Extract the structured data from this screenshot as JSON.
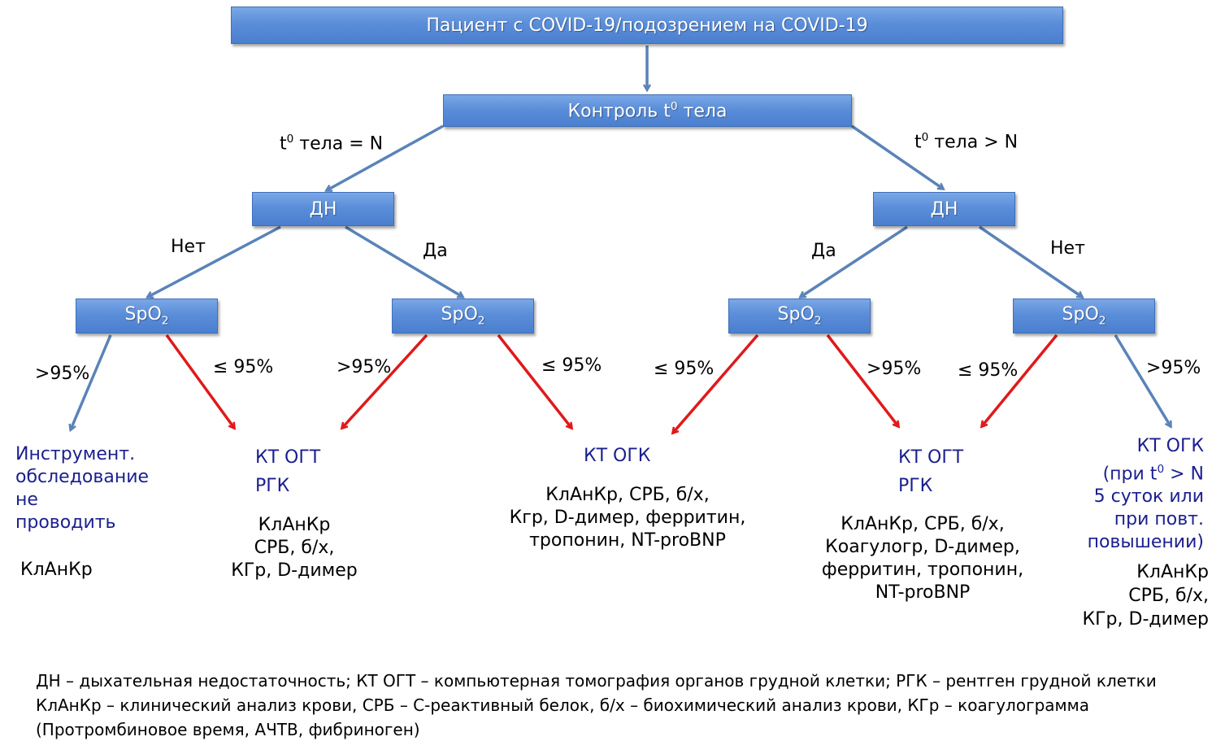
{
  "nodes": {
    "root": "Пациент с COVID-19/подозрением на COVID-19",
    "temp_control": {
      "pre": "Контроль t",
      "sup": "0",
      "post": " тела"
    },
    "dn_left": "ДН",
    "dn_right": "ДН",
    "spo2": {
      "base": "SpO",
      "sub": "2"
    }
  },
  "branches": {
    "temp_normal": {
      "pre": "t",
      "sup": "0",
      "post": " тела = N"
    },
    "temp_high": {
      "pre": "t",
      "sup": "0",
      "post": " тела > N"
    },
    "net": "Нет",
    "da": "Да",
    "gt95": ">95%",
    "le95": "≤ 95%"
  },
  "outcomes": {
    "o1": {
      "lines": [
        "Инструмент.",
        "обследование",
        "не",
        "проводить"
      ],
      "labs": "КлАнКр"
    },
    "o2": {
      "lines": [
        "КТ ОГТ",
        "РГК"
      ],
      "labs": [
        "КлАнКр",
        "СРБ, б/х,",
        "КГр, D-димер"
      ]
    },
    "o3": {
      "title": "КТ ОГК",
      "labs": [
        "КлАнКр, СРБ, б/х,",
        "Кгр, D-димер, ферритин,",
        "тропонин, NT-proBNP"
      ]
    },
    "o4": {
      "lines": [
        "КТ ОГТ",
        "РГК"
      ],
      "labs": [
        "КлАнКр, СРБ, б/х,",
        "Коагулогр, D-димер,",
        "ферритин, тропонин,",
        "NT-proBNP"
      ]
    },
    "o5": {
      "line1": "КТ ОГК",
      "line2_pre": "(при t",
      "line2_sup": "0",
      "line2_post": " > N",
      "line3": "5 суток или",
      "line4": "при повт.",
      "line5": "повышении)",
      "labs": [
        "КлАнКр",
        "СРБ, б/х,",
        "КГр, D-димер"
      ]
    }
  },
  "legend": [
    "ДН – дыхательная недостаточность; КТ ОГТ – компьютерная томография органов грудной клетки; РГК – рентген грудной клетки",
    "КлАнКр – клинический анализ крови, СРБ – С-реактивный белок, б/х – биохимический анализ крови, КГр – коагулограмма",
    "(Протромбиновое время, АЧТВ, фибриноген)"
  ],
  "colors": {
    "box": "#5b8ed9",
    "blue_arrow": "#5a83b8",
    "red_arrow": "#e0191b",
    "navy_text": "#1b1f8f"
  }
}
